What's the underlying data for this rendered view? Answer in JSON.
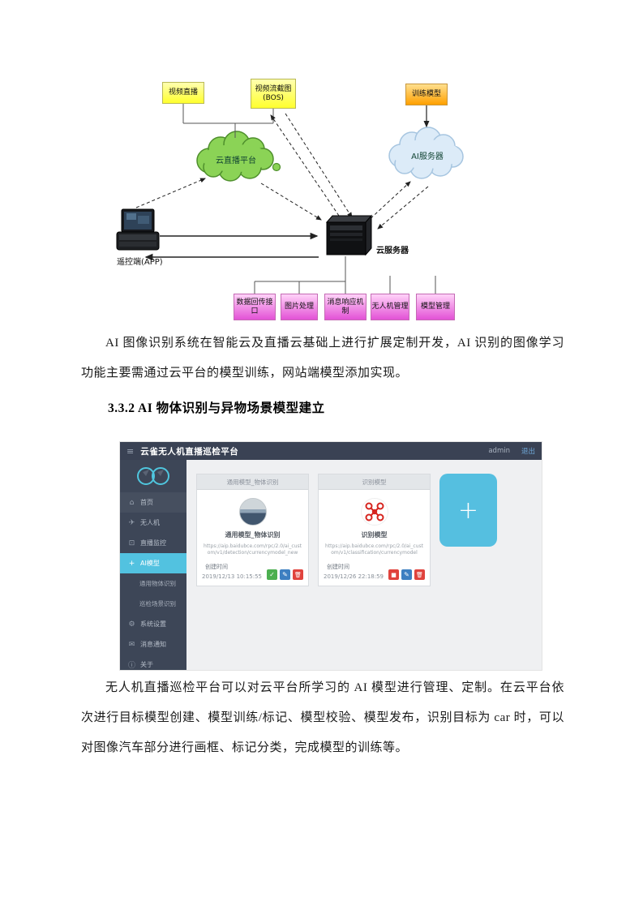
{
  "colors": {
    "accent": "#52c2e0",
    "success": "#4caf50",
    "edit": "#3d7fc1",
    "danger": "#e0433d",
    "header": "#3a4254",
    "sidebar": "#3d4657"
  },
  "doc": {
    "para1": "AI 图像识别系统在智能云及直播云基础上进行扩展定制开发，AI 识别的图像学习功能主要需通过云平台的模型训练，网站端模型添加实现。",
    "heading": "3.3.2 AI 物体识别与异物场景模型建立",
    "para2": "无人机直播巡检平台可以对云平台所学习的 AI 模型进行管理、定制。在云平台依次进行目标模型创建、模型训练/标记、模型校验、模型发布，识别目标为 car 时，可以对图像汽车部分进行画框、标记分类，完成模型的训练等。"
  },
  "diagram": {
    "box_video_live": "视频直播",
    "box_video_capture": "视频流截图(BOS)",
    "box_train_model": "训练模型",
    "cloud_live": "云直播平台",
    "cloud_ai": "AI服务器",
    "label_remote": "遥控端(APP)",
    "label_cloud_server": "云服务器",
    "box_data_return": "数据回传接口",
    "box_image_process": "图片处理",
    "box_message_response": "消息响应机制",
    "box_drone_manage": "无人机管理",
    "box_model_manage": "模型管理"
  },
  "app": {
    "header": {
      "title": "云雀无人机直播巡检平台",
      "user": "admin",
      "logout": "退出",
      "burger": "≡"
    },
    "sidebar": {
      "items": [
        {
          "label": "首页"
        },
        {
          "label": "无人机"
        },
        {
          "label": "直播监控"
        },
        {
          "label": "AI模型"
        },
        {
          "label": "通用物体识别"
        },
        {
          "label": "巡检场景识别"
        },
        {
          "label": "系统设置"
        },
        {
          "label": "消息通知"
        },
        {
          "label": "关于"
        }
      ]
    },
    "cards": [
      {
        "header": "通用模型_物体识别",
        "title": "通用模型_物体识别",
        "url": "https://aip.baidubce.com/rpc/2.0/ai_custom/v1/detection/currencymodel_new",
        "time_label": "创建时间",
        "time": "2019/12/13 10:15:55",
        "action1": "✓",
        "action2": "✎",
        "action3": "🗑"
      },
      {
        "header": "识别模型",
        "title": "识别模型",
        "url": "https://aip.baidubce.com/rpc/2.0/ai_custom/v1/classification/currencymodel",
        "time_label": "创建时间",
        "time": "2019/12/26 22:18:59",
        "action1": "■",
        "action2": "✎",
        "action3": "🗑"
      }
    ],
    "add_label": "+"
  }
}
